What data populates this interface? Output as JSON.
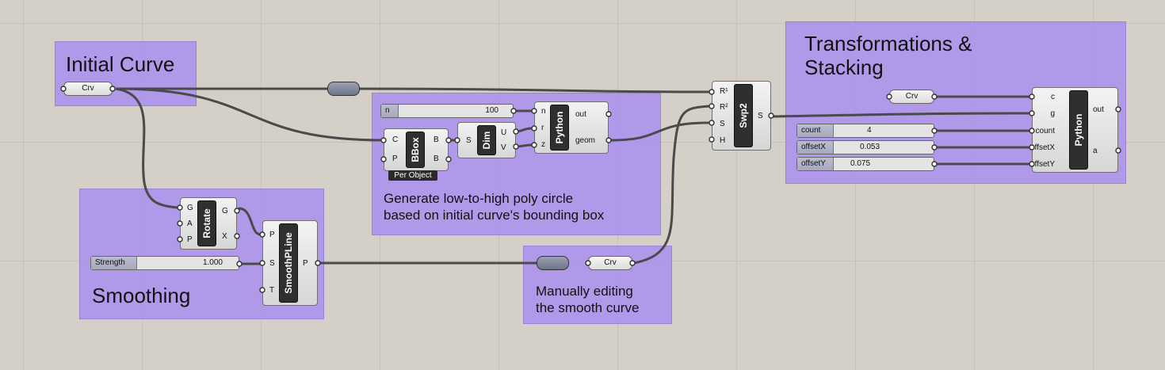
{
  "groups": {
    "initial": {
      "title": "Initial Curve"
    },
    "generate": {
      "note_line1": "Generate low-to-high poly circle",
      "note_line2": "based on initial curve's bounding box"
    },
    "smoothing": {
      "title": "Smoothing"
    },
    "manual": {
      "note_line1": "Manually editing",
      "note_line2": "the smooth curve"
    },
    "transform": {
      "title_line1": "Transformations &",
      "title_line2": "Stacking"
    }
  },
  "params": {
    "crv_initial": "Crv",
    "crv_manual": "Crv",
    "crv_transform": "Crv"
  },
  "sliders": {
    "n": {
      "label": "n",
      "value": "100"
    },
    "strength": {
      "label": "Strength",
      "value": "1.000"
    },
    "count": {
      "label": "count",
      "value": "4"
    },
    "offsetx": {
      "label": "offsetX",
      "value": "0.053"
    },
    "offsety": {
      "label": "offsetY",
      "value": "0.075"
    }
  },
  "components": {
    "bbox": {
      "name": "BBox",
      "caption": "Per Object",
      "inputs": [
        "C",
        "P"
      ],
      "outputs": [
        "B",
        "B"
      ]
    },
    "dim": {
      "name": "Dim",
      "inputs": [
        "S"
      ],
      "outputs": [
        "U",
        "V"
      ]
    },
    "python1": {
      "name": "Python",
      "inputs": [
        "n",
        "r",
        "z"
      ],
      "outputs": [
        "out",
        "geom"
      ]
    },
    "swp2": {
      "name": "Swp2",
      "inputs": [
        "R¹",
        "R²",
        "S",
        "H"
      ],
      "outputs": [
        "S"
      ]
    },
    "rotate": {
      "name": "Rotate",
      "inputs": [
        "G",
        "A",
        "P"
      ],
      "outputs": [
        "G",
        "X"
      ]
    },
    "smoothpline": {
      "name": "SmoothPLine",
      "inputs": [
        "P",
        "S",
        "T"
      ],
      "outputs": [
        "P"
      ]
    },
    "python2": {
      "name": "Python",
      "inputs": [
        "c",
        "g",
        "count",
        "offsetX",
        "offsetY"
      ],
      "outputs": [
        "out",
        "a"
      ]
    }
  }
}
